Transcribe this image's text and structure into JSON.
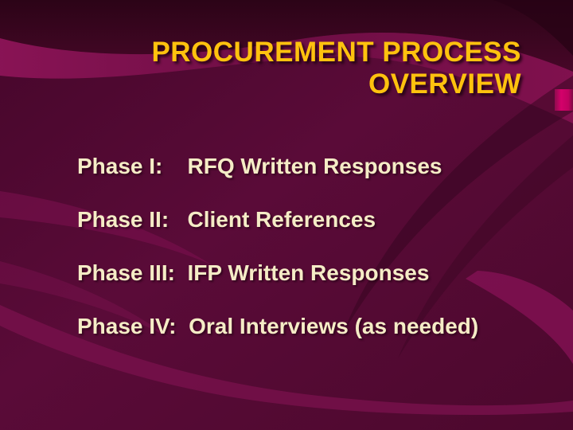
{
  "slide": {
    "title_line1": "PROCUREMENT PROCESS",
    "title_line2": "OVERVIEW",
    "phases": [
      {
        "full": "Phase I:    RFQ Written Responses"
      },
      {
        "full": "Phase II:   Client References"
      },
      {
        "full": "Phase III:  IFP Written Responses"
      },
      {
        "full": "Phase IV:  Oral Interviews (as needed)"
      }
    ],
    "colors": {
      "background_base": "#550A33",
      "background_dark": "#35051D",
      "ribbon_light": "#7D1150",
      "accent_pink": "#D4016B",
      "title_text": "#FFC20E",
      "body_text": "#F5ECC6"
    }
  }
}
